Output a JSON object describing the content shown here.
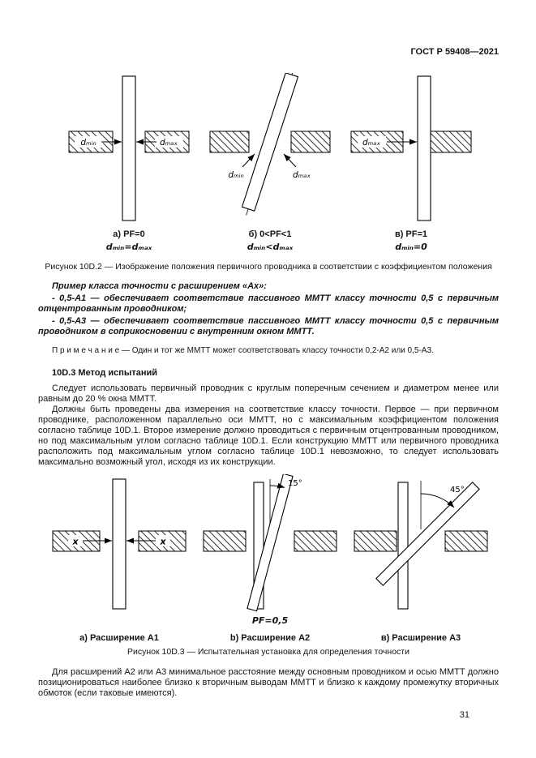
{
  "header": {
    "doc_number": "ГОСТ Р 59408—2021"
  },
  "fig1": {
    "d_min": "dₘᵢₙ",
    "d_max": "dₘₐₓ",
    "diag_a": {
      "label": "а) PF=0",
      "sublabel": "dₘᵢₙ=dₘₐₓ"
    },
    "diag_b": {
      "label": "б) 0<PF<1",
      "sublabel": "dₘᵢₙ<dₘₐₓ"
    },
    "diag_c": {
      "label": "в) PF=1",
      "sublabel": "dₘᵢₙ=0"
    },
    "caption": "Рисунок 10D.2 — Изображение положения первичного проводника в соответствии с коэффициентом положения"
  },
  "example": {
    "title": "Пример класса точности с расширением «Ах»:",
    "item1": "- 0,5-А1 — обеспечивает соответствие пассивного ММТТ классу точности 0,5 с первичным отцентрованным проводником;",
    "item2": "- 0,5-А3 — обеспечивает соответствие пассивного ММТТ классу точности 0,5 с первичным проводником в соприкосновении с внутренним окном ММТТ."
  },
  "note": {
    "text": "П р и м е ч а н и е — Один и тот же ММТТ может соответствовать классу точности 0,2-А2 или 0,5-А3."
  },
  "section_10d3": {
    "heading": "10D.3 Метод испытаний",
    "para1": "Следует использовать первичный проводник с круглым поперечным сечением и диаметром менее или равным до 20 % окна ММТТ.",
    "para2": "Должны быть проведены два измерения на соответствие классу точности. Первое — при первичном проводнике, расположенном параллельно оси ММТТ, но с максимальным коэффициентом положения согласно таблице 10D.1. Второе измерение должно проводиться с первичным отцентрованным проводником, но под максимальным углом согласно таблице 10D.1. Если конструкцию ММТТ или первичного проводника расположить под максимальным углом согласно таблице 10D.1 невозможно, то следует использовать максимально возможный угол, исходя из их конструкции."
  },
  "fig2": {
    "x_dim": "х",
    "angle_a2": "15°",
    "angle_a3": "45°",
    "pf_value": "PF=0,5",
    "diag_a": {
      "label": "а) Расширение А1"
    },
    "diag_b": {
      "label": "b) Расширение А2"
    },
    "diag_c": {
      "label": "в) Расширение А3"
    },
    "caption": "Рисунок 10D.3 — Испытательная установка для определения точности"
  },
  "closing_para": "Для расширений А2 или А3 минимальное расстояние между основным проводником и осью ММТТ должно позиционироваться наиболее близко к вторичным выводам ММТТ и близко к каждому промежутку вторичных обмоток (если таковые имеются).",
  "footer": {
    "page_number": "31"
  }
}
